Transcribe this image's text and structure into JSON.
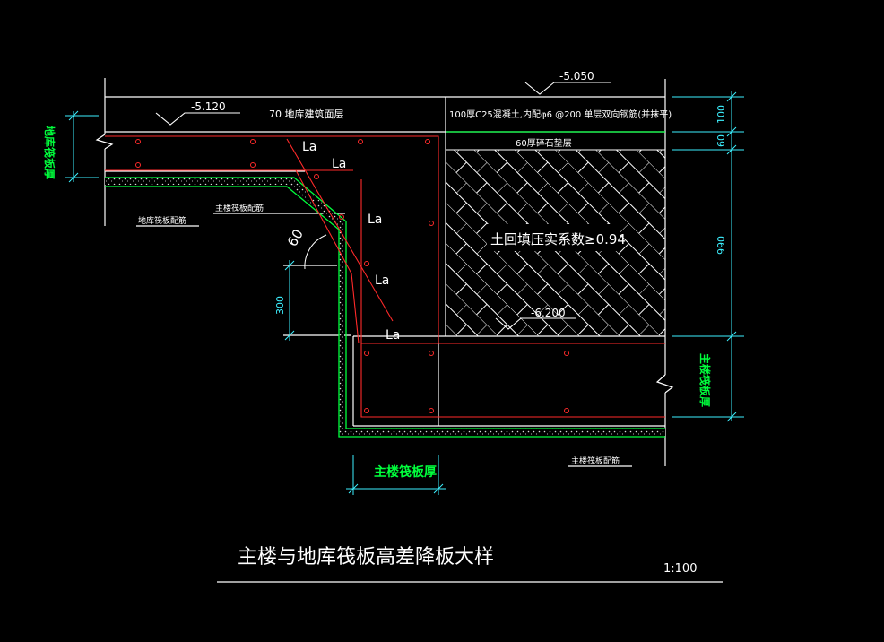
{
  "drawing": {
    "title": "主楼与地库筏板高差降板大样",
    "scale": "1:100",
    "elevations": {
      "garage_top": "-5.120",
      "tower_top": "-5.050",
      "fill_bottom": "-6.200"
    },
    "notes": {
      "garage_finish": "70 地库建筑面层",
      "tower_topping": "100厚C25混凝土,内配φ6 @200 单层双向钢筋(并抹平)",
      "gravel": "60厚碎石垫层",
      "backfill": "土回填压实系数≥0.94",
      "garage_raft_rebar": "地库筏板配筋",
      "tower_raft_rebar_upper": "主楼筏板配筋",
      "tower_raft_rebar_lower": "主楼筏板配筋"
    },
    "dimensions": {
      "d100": "100",
      "d60": "60",
      "d990": "990",
      "d300": "300",
      "angle": "60"
    },
    "thickness_labels": {
      "garage": "地库筏板厚",
      "tower_right": "主楼筏板厚",
      "tower_bottom": "主楼筏板厚"
    },
    "anchorage": "La",
    "colors": {
      "background": "#000000",
      "line": "#ffffff",
      "rebar": "#ff2020",
      "structure": "#00ff3c",
      "dimension": "#3cf0ff"
    }
  }
}
